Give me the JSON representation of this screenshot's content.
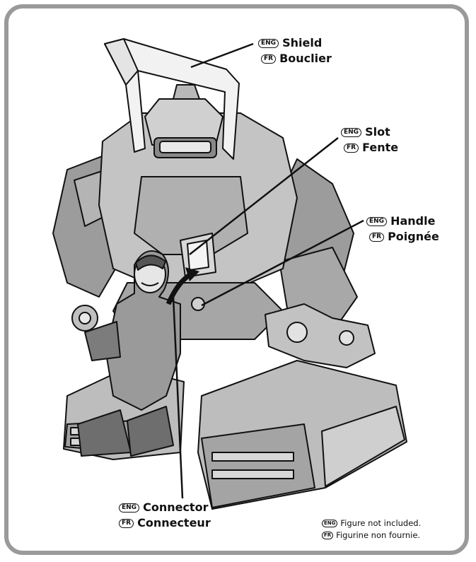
{
  "labels": {
    "shield": {
      "en_tag": "ENG",
      "fr_tag": "FR",
      "en": "Shield",
      "fr": "Bouclier"
    },
    "slot": {
      "en_tag": "ENG",
      "fr_tag": "FR",
      "en": "Slot",
      "fr": "Fente"
    },
    "handle": {
      "en_tag": "ENG",
      "fr_tag": "FR",
      "en": "Handle",
      "fr": "Poignée"
    },
    "connector": {
      "en_tag": "ENG",
      "fr_tag": "FR",
      "en": "Connector",
      "fr": "Connecteur"
    }
  },
  "note": {
    "en_tag": "ENG",
    "fr_tag": "FR",
    "en": "Figure not included.",
    "fr": "Figurine non fournie."
  },
  "colors": {
    "frame": "#9a9a9a",
    "robot_body": "#b4b4b4",
    "robot_light": "#d6d6d6",
    "robot_dark": "#7a7a7a",
    "outline": "#111111"
  }
}
